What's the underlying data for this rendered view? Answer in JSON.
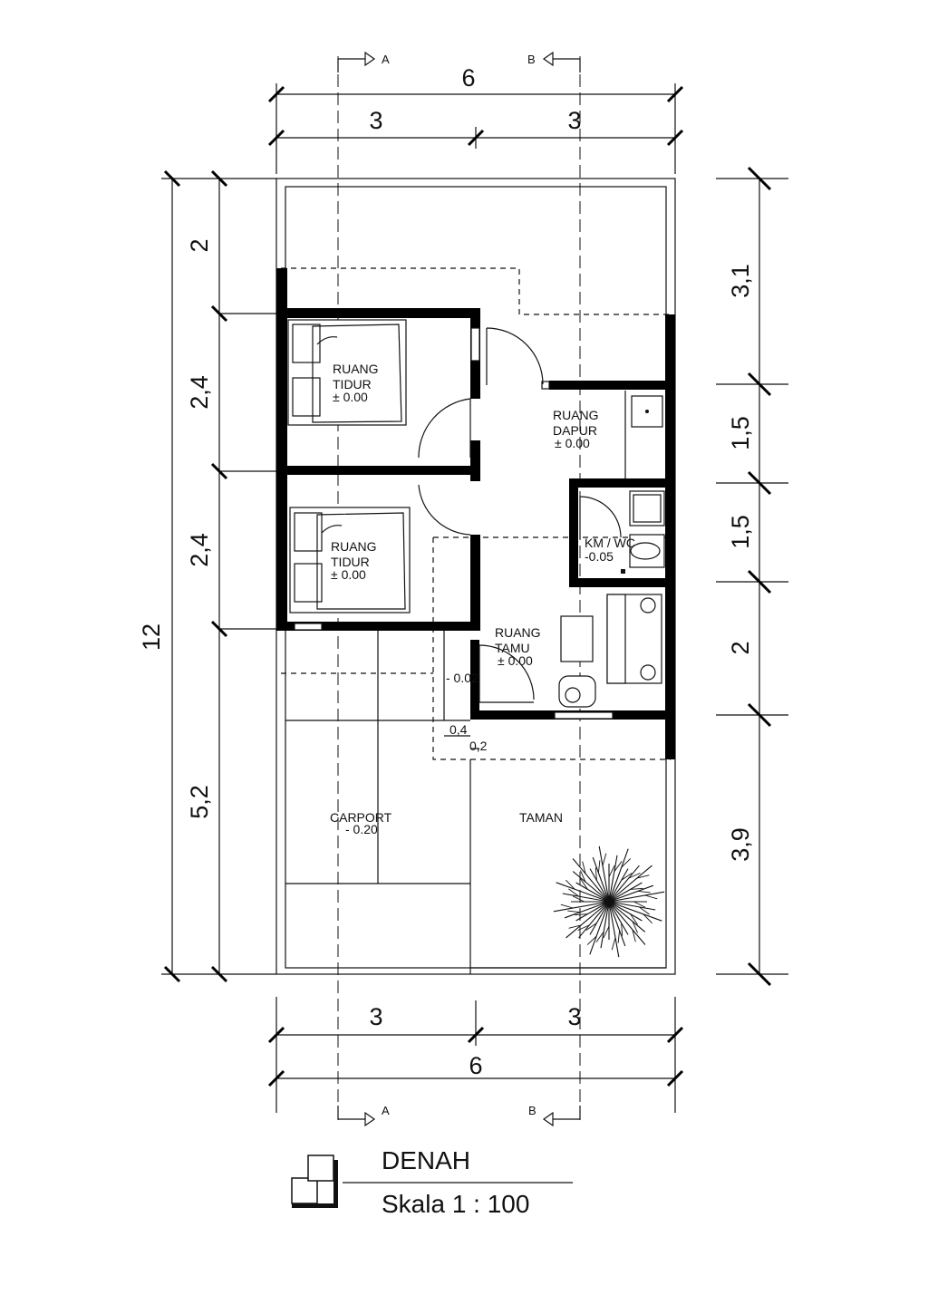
{
  "plan": {
    "title": "DENAH",
    "scale": "Skala 1 : 100"
  },
  "dimensions": {
    "top_total": "6",
    "top_left": "3",
    "top_right": "3",
    "bottom_left": "3",
    "bottom_right": "3",
    "bottom_total": "6",
    "left_total": "12",
    "left_1": "2",
    "left_2": "2,4",
    "left_3": "2,4",
    "left_4": "5,2",
    "right_1": "3,1",
    "right_2": "1,5",
    "right_3": "1,5",
    "right_4": "2",
    "right_5": "3,9",
    "small_1": "0,4",
    "small_2": "0,2"
  },
  "sections": {
    "a_top": "A",
    "b_top": "B",
    "a_bottom": "A",
    "b_bottom": "B"
  },
  "rooms": {
    "bedroom1": {
      "line1": "RUANG",
      "line2": "TIDUR",
      "level": "± 0.00"
    },
    "bedroom2": {
      "line1": "RUANG",
      "line2": "TIDUR",
      "level": "± 0.00"
    },
    "kitchen": {
      "line1": "RUANG",
      "line2": "DAPUR",
      "level": "± 0.00"
    },
    "bathroom": {
      "line1": "KM / WC",
      "level": "-0.05"
    },
    "living": {
      "line1": "RUANG",
      "line2": "TAMU",
      "level": "± 0.00"
    },
    "terrace": {
      "level": "- 0.02"
    },
    "carport": {
      "line1": "CARPORT",
      "level": "- 0.20"
    },
    "garden": {
      "line1": "TAMAN"
    }
  }
}
